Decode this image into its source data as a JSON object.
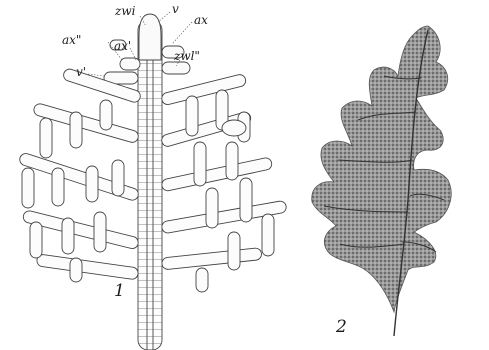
{
  "figure1": {
    "number": "1",
    "labels": {
      "zwi": "zwi",
      "v": "v",
      "ax": "ax",
      "ax2": "ax\"",
      "ax1": "ax'",
      "zwl2": "zwl\"",
      "v1": "v'"
    }
  },
  "figure2": {
    "number": "2"
  }
}
